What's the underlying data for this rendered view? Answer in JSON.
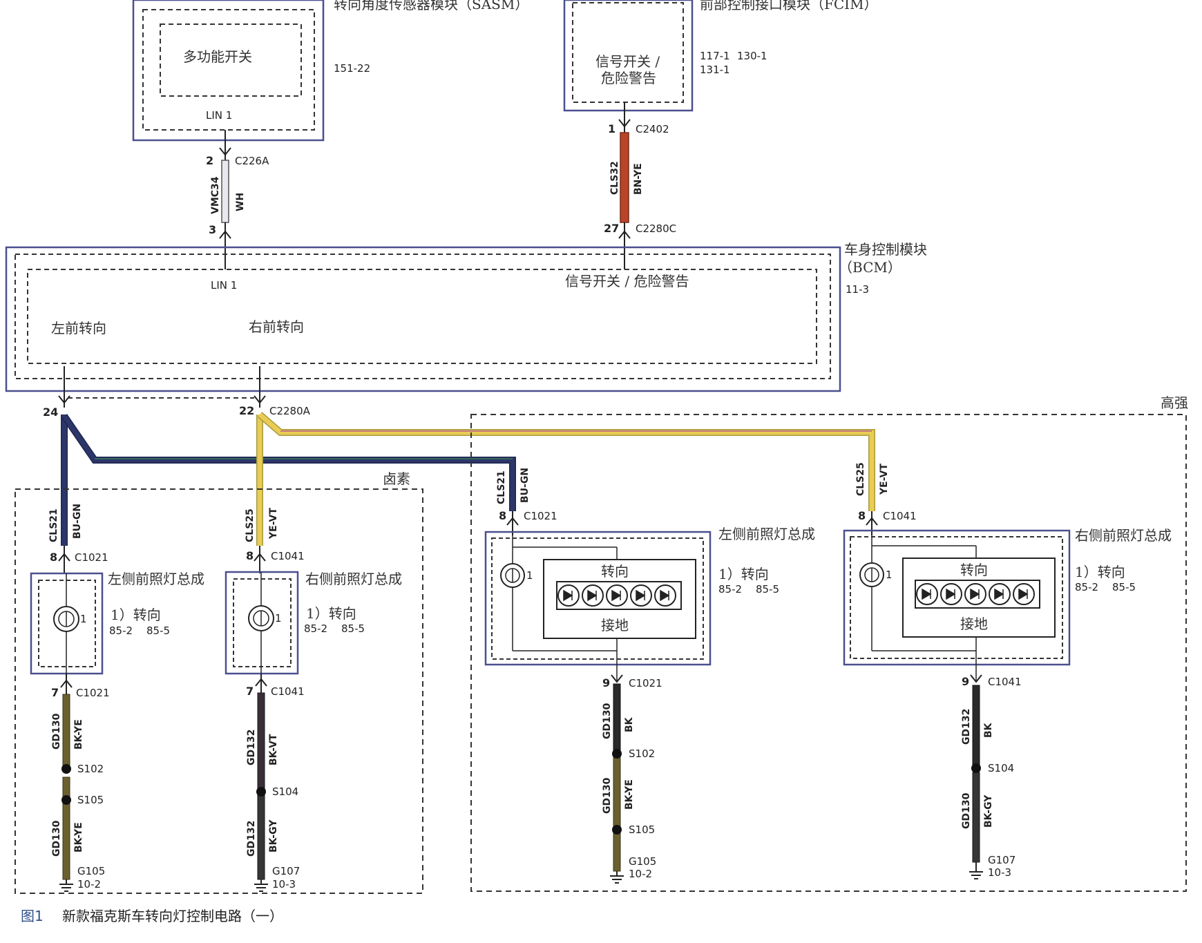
{
  "modules": {
    "sasm": {
      "title": "转向角度传感器模块（SASM）",
      "inner": "多功能开关",
      "lin": "LIN 1",
      "ref": "151-22"
    },
    "fcim": {
      "title": "前部控制接口模块（FCIM）",
      "inner_line1": "信号开关 /",
      "inner_line2": "危险警告",
      "ref1": "117-1",
      "ref2": "130-1",
      "ref3": "131-1"
    },
    "bcm": {
      "title_line1": "车身控制模块",
      "title_line2": "（BCM）",
      "ref": "11-3",
      "lin": "LIN 1",
      "signal": "信号开关 / 危险警告",
      "left_turn": "左前转向",
      "right_turn": "右前转向"
    }
  },
  "connectors": {
    "sasm_out": {
      "pin": "2",
      "name": "C226A"
    },
    "bcm_lin_in": {
      "pin": "3"
    },
    "fcim_out": {
      "pin": "1",
      "name": "C2402"
    },
    "bcm_sig_in": {
      "pin": "27",
      "name": "C2280C"
    },
    "bcm_left_out": {
      "pin": "24"
    },
    "bcm_right_out": {
      "pin": "22",
      "name": "C2280A"
    }
  },
  "wires": {
    "lin": {
      "circuit": "VMC34",
      "color": "WH"
    },
    "signal": {
      "circuit": "CLS32",
      "color": "BN-YE"
    },
    "left_turn": {
      "circuit": "CLS21",
      "color": "BU-GN"
    },
    "right_turn": {
      "circuit": "CLS25",
      "color": "YE-VT"
    }
  },
  "sections": {
    "halogen": "卤素",
    "high": "高强"
  },
  "halogen": {
    "left": {
      "pin_in": "8",
      "conn_in": "C1021",
      "title": "左侧前照灯总成",
      "note": "1）转向",
      "ref1": "85-2",
      "ref2": "85-5",
      "bulb_num": "1",
      "pin_out": "7",
      "conn_out": "C1021",
      "gnd_circuit": "GD130",
      "gnd_color1": "BK-YE",
      "splice1": "S102",
      "splice2": "S105",
      "gnd_circuit2": "GD130",
      "gnd_color2": "BK-YE",
      "ground": "G105",
      "ground_ref": "10-2"
    },
    "right": {
      "pin_in": "8",
      "conn_in": "C1041",
      "title": "右侧前照灯总成",
      "note": "1）转向",
      "ref1": "85-2",
      "ref2": "85-5",
      "bulb_num": "1",
      "pin_out": "7",
      "conn_out": "C1041",
      "gnd_circuit": "GD132",
      "gnd_color1": "BK-VT",
      "splice1": "S104",
      "gnd_circuit2": "GD132",
      "gnd_color2": "BK-GY",
      "ground": "G107",
      "ground_ref": "10-3"
    }
  },
  "high": {
    "left": {
      "pin_in": "8",
      "conn_in": "C1021",
      "title": "左侧前照灯总成",
      "note": "1）转向",
      "ref1": "85-2",
      "ref2": "85-5",
      "bulb_num": "1",
      "led_label": "转向",
      "gnd_label": "接地",
      "pin_out": "9",
      "conn_out": "C1021",
      "gnd_circuit": "GD130",
      "gnd_color1": "BK",
      "splice1": "S102",
      "gnd_circuit2": "GD130",
      "gnd_color2": "BK-YE",
      "splice2": "S105",
      "ground": "G105",
      "ground_ref": "10-2"
    },
    "right": {
      "pin_in": "8",
      "conn_in": "C1041",
      "title": "右侧前照灯总成",
      "note": "1）转向",
      "ref1": "85-2",
      "ref2": "85-5",
      "bulb_num": "1",
      "led_label": "转向",
      "gnd_label": "接地",
      "pin_out": "9",
      "conn_out": "C1041",
      "gnd_circuit": "GD132",
      "gnd_color1": "BK",
      "splice1": "S104",
      "gnd_circuit2": "GD130",
      "gnd_color2": "BK-GY",
      "ground": "G107",
      "ground_ref": "10-3"
    }
  },
  "caption": {
    "fig": "图1",
    "text": "新款福克斯车转向灯控制电路（一）"
  },
  "colors": {
    "frame": "#4a4f8f",
    "dash": "#333333",
    "wh": "#e8e8ee",
    "bn_ye": "#b8452a",
    "bu_gn": "#2d3668",
    "ye_vt": "#e8cc55",
    "bk": "#2a2a2a",
    "bk_ye": "#6b6030"
  }
}
